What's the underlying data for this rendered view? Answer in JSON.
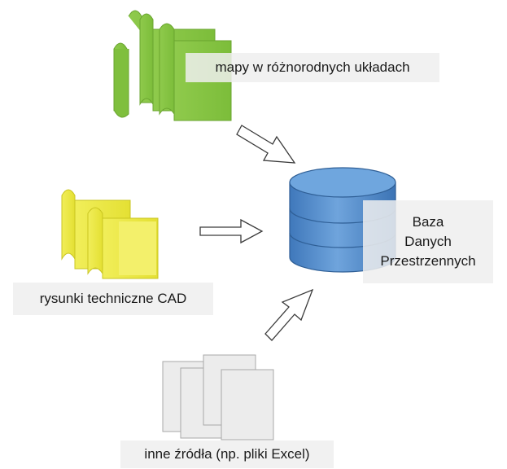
{
  "sources": {
    "maps_label": "mapy w różnorodnych układach",
    "cad_label": "rysunki techniczne CAD",
    "other_label": "inne źródła (np. pliki Excel)"
  },
  "database": {
    "lines": [
      "Baza",
      "Danych",
      "Przestrzennych"
    ]
  },
  "colors": {
    "maps_fill": "#86c441",
    "cad_fill": "#ecea4a",
    "docs_fill": "#ececec",
    "db_fill": "#4a86c6",
    "arrow_stroke": "#3a3a3a"
  }
}
